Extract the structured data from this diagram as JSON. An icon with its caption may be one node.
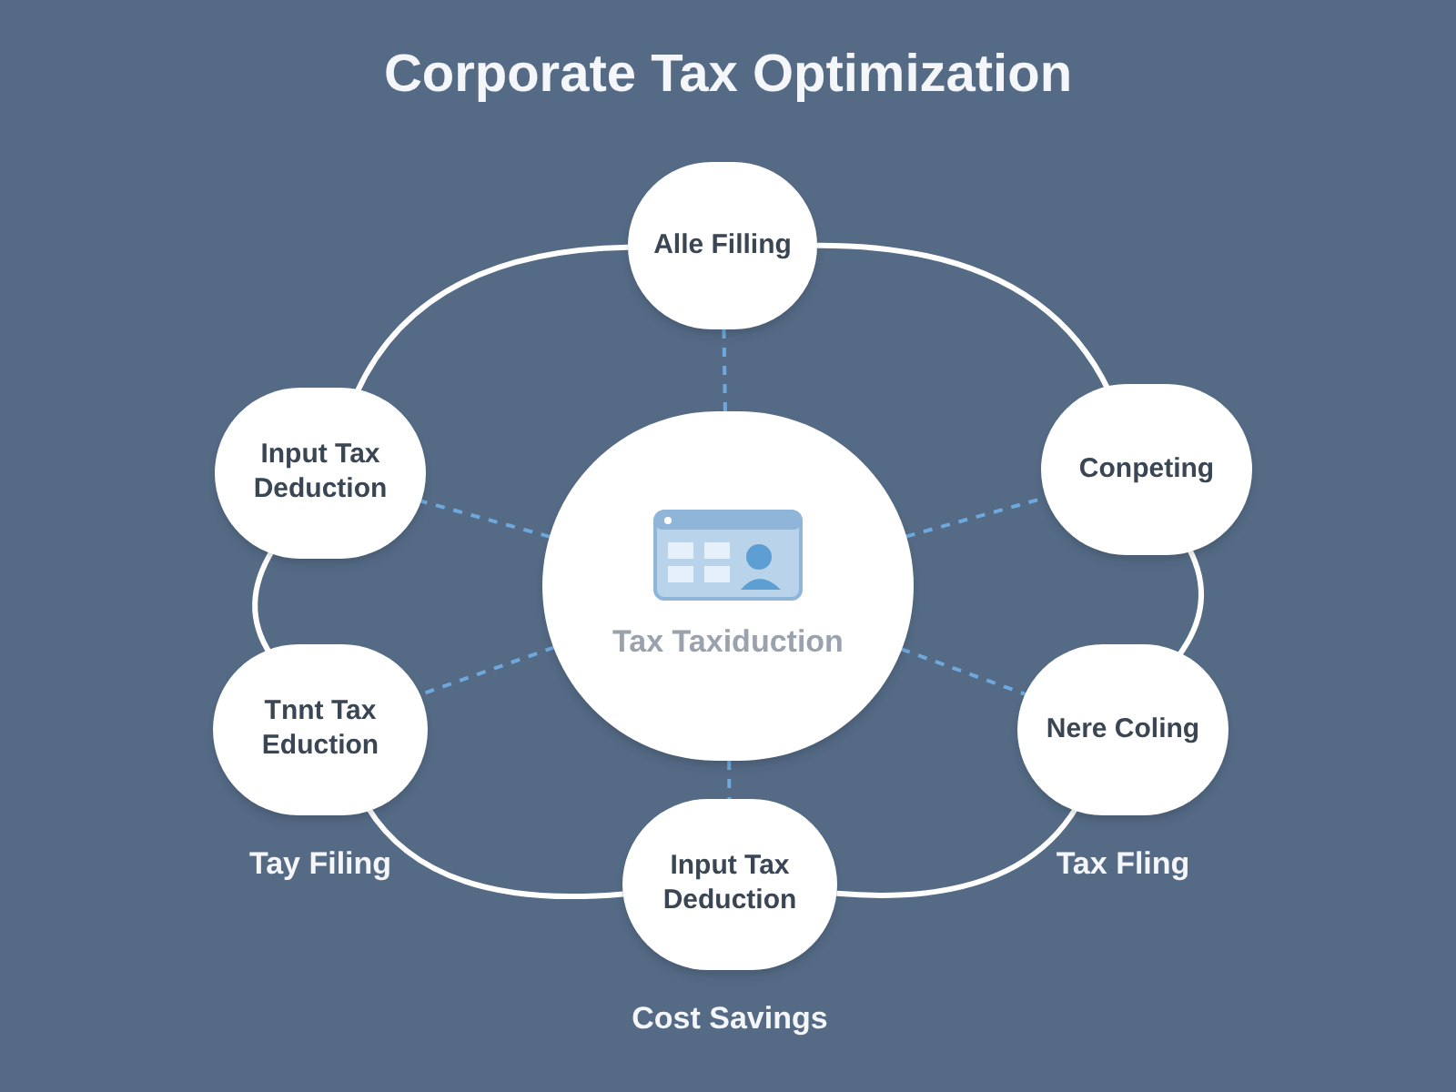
{
  "diagram": {
    "title": "Corporate Tax Optimization",
    "nodes": [
      {
        "text": [
          "Tax Taxiduction"
        ]
      },
      {
        "text": [
          "Alle Filling"
        ]
      },
      {
        "text": [
          "Conpeting"
        ]
      },
      {
        "text": [
          "Nere Coling"
        ],
        "beside": [
          "Tax Fling"
        ]
      },
      {
        "text": [
          "Input Tax Deduction"
        ],
        "beside": [
          "Cost Savings"
        ]
      },
      {
        "text": [
          "Tnnt Tax Eduction"
        ],
        "beside": [
          "Tay Filing"
        ]
      },
      {
        "text": [
          "Input Tax Deduction"
        ]
      }
    ],
    "edges": [
      {
        "from": 1,
        "to": 2,
        "arrow": "none"
      },
      {
        "from": 2,
        "to": 3,
        "arrow": "none"
      },
      {
        "from": 3,
        "to": 4,
        "arrow": "none"
      },
      {
        "from": 4,
        "to": 5,
        "arrow": "none"
      },
      {
        "from": 5,
        "to": 6,
        "arrow": "none"
      },
      {
        "from": 6,
        "to": 1,
        "arrow": "none"
      },
      {
        "from": 0,
        "to": 1,
        "arrow": "none",
        "style": "dashed",
        "color": "#6fa8dc"
      },
      {
        "from": 0,
        "to": 2,
        "arrow": "none",
        "style": "dashed",
        "color": "#6fa8dc"
      },
      {
        "from": 0,
        "to": 3,
        "arrow": "none",
        "style": "dashed",
        "color": "#6fa8dc"
      },
      {
        "from": 0,
        "to": 4,
        "arrow": "none",
        "style": "dashed",
        "color": "#6fa8dc"
      },
      {
        "from": 0,
        "to": 5,
        "arrow": "none",
        "style": "dashed",
        "color": "#6fa8dc"
      },
      {
        "from": 0,
        "to": 6,
        "arrow": "none",
        "style": "dashed",
        "color": "#6fa8dc"
      }
    ]
  }
}
